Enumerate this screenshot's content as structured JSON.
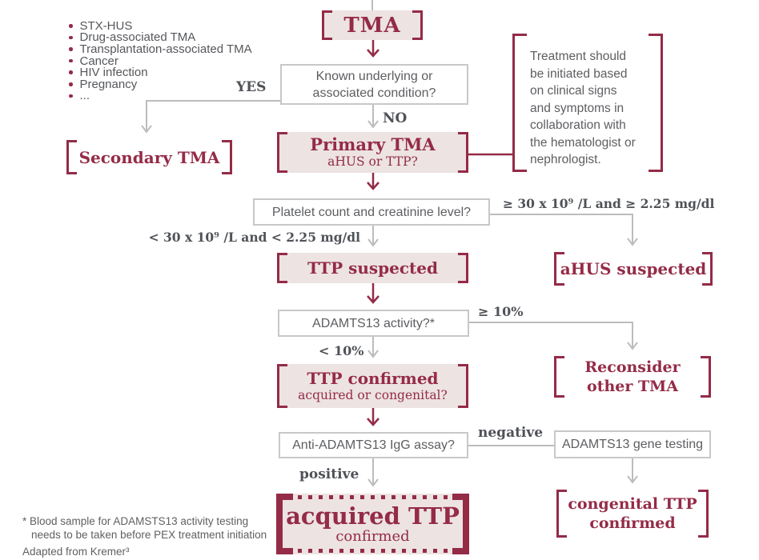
{
  "colors": {
    "maroon": "#942b47",
    "pink_fill": "#ece3e2",
    "line_gray": "#bcbcbc",
    "box_border_gray": "#c8c8c8",
    "text_gray": "#5d5e61"
  },
  "secondary_causes": {
    "items": [
      "STX-HUS",
      "Drug-associated TMA",
      "Transplantation-associated TMA",
      "Cancer",
      "HIV infection",
      "Pregnancy",
      "..."
    ]
  },
  "nodes": {
    "tma": "TMA",
    "known_condition": {
      "line1": "Known underlying or",
      "line2": "associated condition?"
    },
    "secondary_tma": "Secondary TMA",
    "primary_tma": {
      "title": "Primary TMA",
      "subtitle": "aHUS or TTP?"
    },
    "platelet_q": "Platelet count and creatinine level?",
    "ttp_suspected": "TTP suspected",
    "ahus_suspected": "aHUS suspected",
    "adamts13_q": "ADAMTS13 activity?*",
    "ttp_confirmed": {
      "title": "TTP confirmed",
      "subtitle": "acquired or congenital?"
    },
    "reconsider": {
      "line1": "Reconsider",
      "line2": "other TMA"
    },
    "anti_adamts13_q": "Anti-ADAMTS13 IgG assay?",
    "gene_testing": "ADAMTS13 gene testing",
    "acquired_ttp": {
      "title": "acquired TTP",
      "subtitle": "confirmed"
    },
    "congenital_ttp": {
      "line1": "congenital TTP",
      "line2": "confirmed"
    }
  },
  "branch_labels": {
    "yes": "YES",
    "no": "NO",
    "high_values": "≥ 30 x 10⁹ /L and ≥ 2.25 mg/dl",
    "low_values": "< 30 x 10⁹ /L and < 2.25 mg/dl",
    "ge10": "≥ 10%",
    "lt10": "< 10%",
    "negative": "negative",
    "positive": "positive"
  },
  "treatment_note": {
    "lines": [
      "Treatment should",
      "be initiated based",
      "on clinical signs",
      "and symptoms in",
      "collaboration with",
      "the hematologist or",
      "nephrologist."
    ]
  },
  "footnotes": {
    "asterisk_line1": "* Blood sample for ADAMSTS13 activity testing",
    "asterisk_line2": "needs to be taken before PEX treatment initiation",
    "source": "Adapted from Kremer³"
  }
}
